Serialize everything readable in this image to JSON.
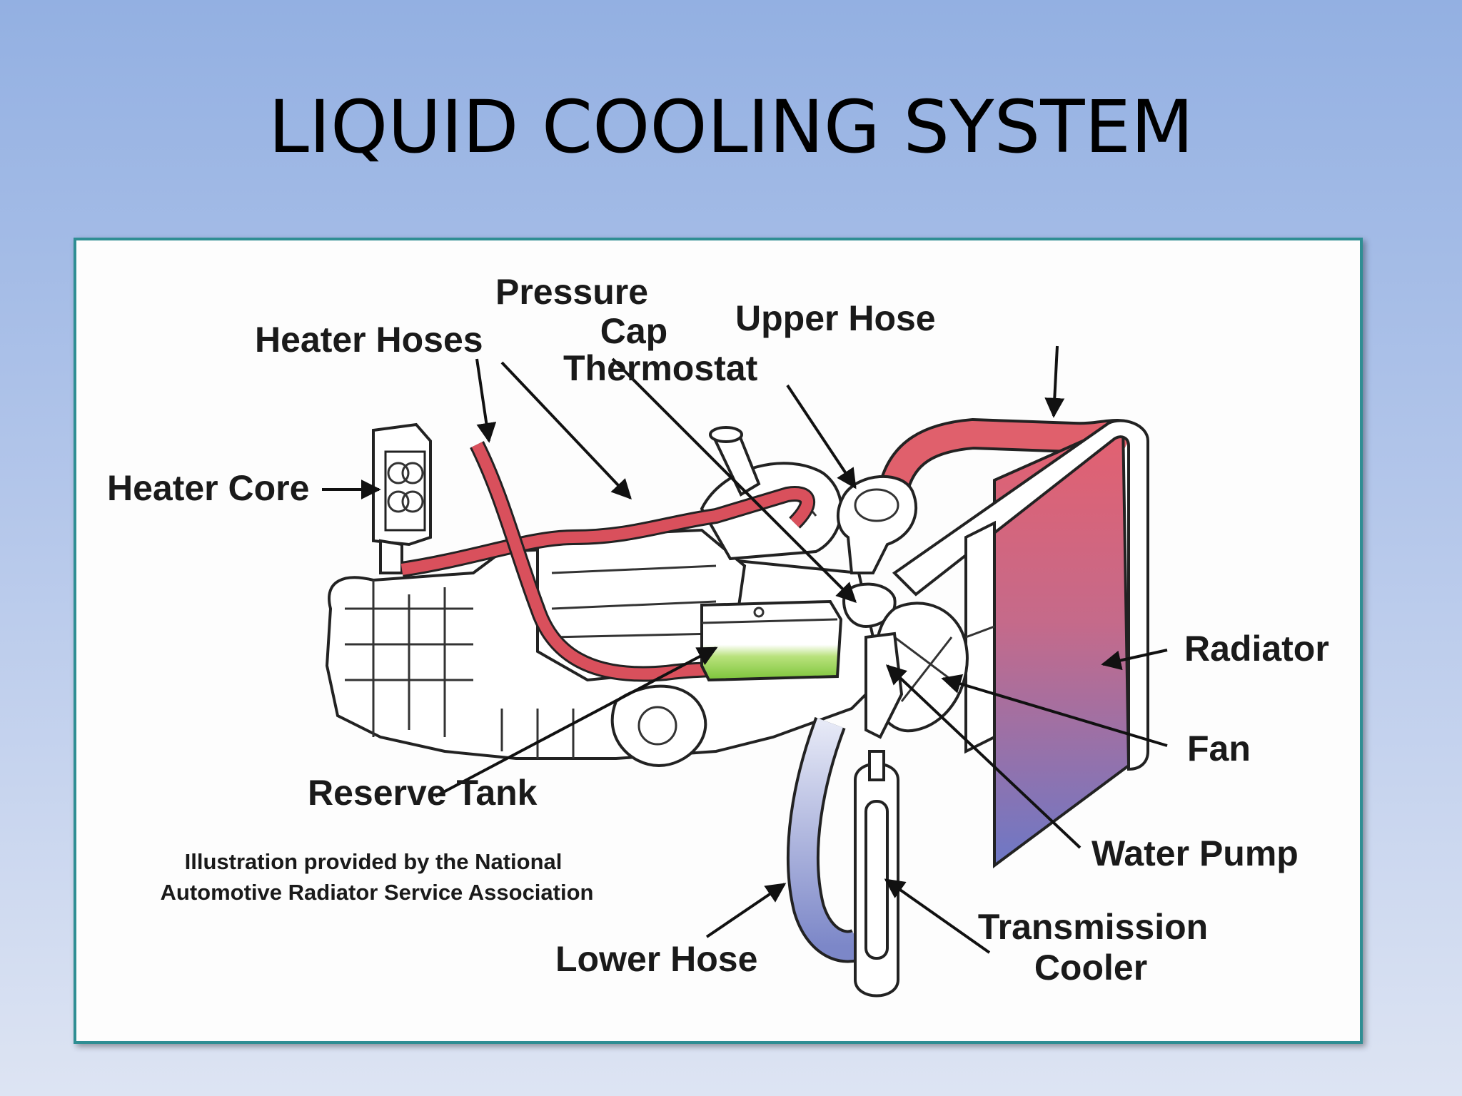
{
  "slide": {
    "title": "LIQUID COOLING SYSTEM"
  },
  "diagram": {
    "labels": {
      "pressure_cap_line1": "Pressure",
      "pressure_cap_line2": "Cap",
      "heater_hoses": "Heater Hoses",
      "thermostat": "Thermostat",
      "upper_hose": "Upper Hose",
      "heater_core": "Heater Core",
      "radiator": "Radiator",
      "fan": "Fan",
      "reserve_tank": "Reserve Tank",
      "water_pump": "Water Pump",
      "lower_hose": "Lower Hose",
      "transmission_cooler_line1": "Transmission",
      "transmission_cooler_line2": "Cooler"
    },
    "credit_line1": "Illustration provided by the National",
    "credit_line2": "Automotive Radiator Service Association"
  },
  "colors": {
    "frame_border": "#2f8e93",
    "hot_hose": "#d9505c",
    "cold_hose": "#8a94cf",
    "coolant": "#8fd13f"
  }
}
